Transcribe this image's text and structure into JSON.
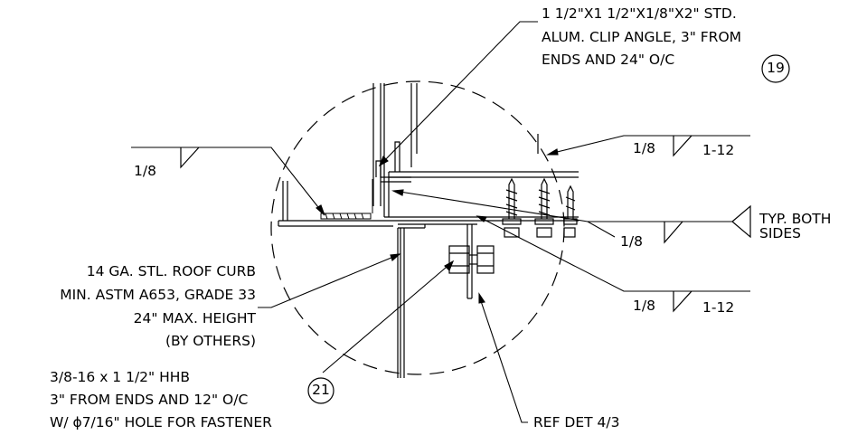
{
  "notes": {
    "clip_angle": [
      "1 1/2\"X1 1/2\"X1/8\"X2\" STD.",
      "ALUM. CLIP ANGLE, 3\" FROM",
      "ENDS AND 24\" O/C"
    ],
    "roof_curb": [
      "14 GA. STL. ROOF CURB",
      "MIN. ASTM A653, GRADE 33",
      "24\" MAX. HEIGHT",
      "(BY OTHERS)"
    ],
    "bolt": [
      "3/8-16 x 1 1/2\" HHB",
      "3\" FROM ENDS AND 12\" O/C",
      "W/ ϕ7/16\" HOLE FOR FASTENER"
    ],
    "ref_detail": "REF DET 4/3",
    "typ_both_sides": [
      "TYP. BOTH",
      "SIDES"
    ]
  },
  "welds": [
    {
      "size": "1/8",
      "length": ""
    },
    {
      "size": "1/8",
      "length": "1-12"
    },
    {
      "size": "1/8",
      "length": ""
    },
    {
      "size": "1/8",
      "length": "1-12"
    }
  ],
  "callouts": {
    "clip_angle_ref": "19",
    "bolt_ref": "21"
  }
}
